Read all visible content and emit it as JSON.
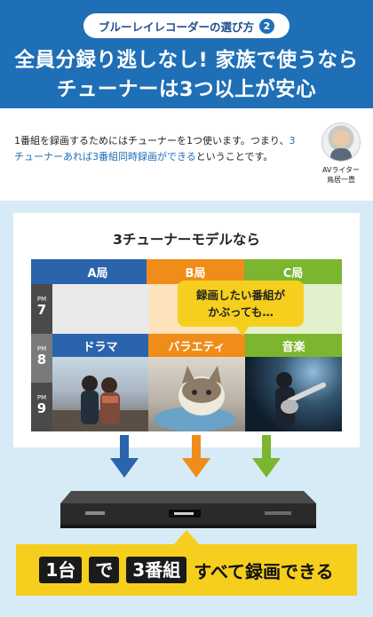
{
  "header": {
    "series_title": "ブルーレイレコーダーの選び方",
    "series_number": "2",
    "headline_line1": "全員分録り逃しなし! 家族で使うなら",
    "headline_line2": "チューナーは3つ以上が安心"
  },
  "explanation": {
    "part1": "1番組を録画するためにはチューナーを1つ使います。つまり、",
    "highlight": "3チューナーあれば3番組同時録画ができる",
    "part2": "ということです。"
  },
  "author": {
    "role": "AVライター",
    "name": "鳥居一豊"
  },
  "diagram": {
    "title": "3チューナーモデルなら",
    "stations": [
      "A局",
      "B局",
      "C局"
    ],
    "time_prefix": "PM",
    "hours": [
      "7",
      "8",
      "9"
    ],
    "programs": [
      "ドラマ",
      "バラエティ",
      "音楽"
    ],
    "bubble_line1": "録画したい番組が",
    "bubble_line2": "かぶっても…"
  },
  "colors": {
    "header_blue": "#1f6fb6",
    "station_a": "#2a64ad",
    "station_b": "#f08c1a",
    "station_c": "#7cb52e",
    "accent_yellow": "#f6cf1e",
    "panel_bg": "#d7ebf6"
  },
  "banner": {
    "count": "1台",
    "particle": "で",
    "programs": "3番組",
    "rest": "すべて録画できる"
  }
}
